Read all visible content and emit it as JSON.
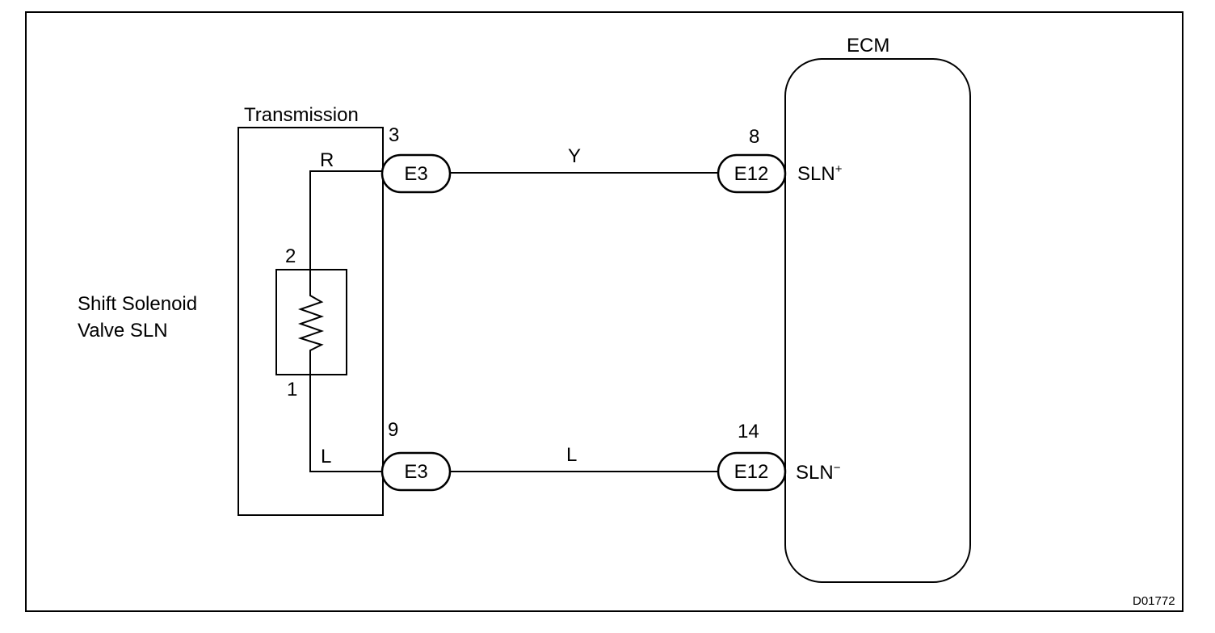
{
  "drawing_id": "D01772",
  "transmission": {
    "label": "Transmission"
  },
  "solenoid": {
    "label_line1": "Shift Solenoid",
    "label_line2": "Valve SLN",
    "pin_top": "2",
    "pin_bottom": "1"
  },
  "ecm": {
    "label": "ECM"
  },
  "wires": {
    "inner_top_color": "R",
    "inner_bottom_color": "L",
    "top_color": "Y",
    "bottom_color": "L"
  },
  "connectors": {
    "left_top": {
      "id": "E3",
      "pin": "3"
    },
    "left_bottom": {
      "id": "E3",
      "pin": "9"
    },
    "right_top": {
      "id": "E12",
      "pin": "8"
    },
    "right_bottom": {
      "id": "E12",
      "pin": "14"
    }
  },
  "terminals": {
    "top": {
      "name": "SLN",
      "polarity": "+"
    },
    "bottom": {
      "name": "SLN",
      "polarity": "−"
    }
  }
}
